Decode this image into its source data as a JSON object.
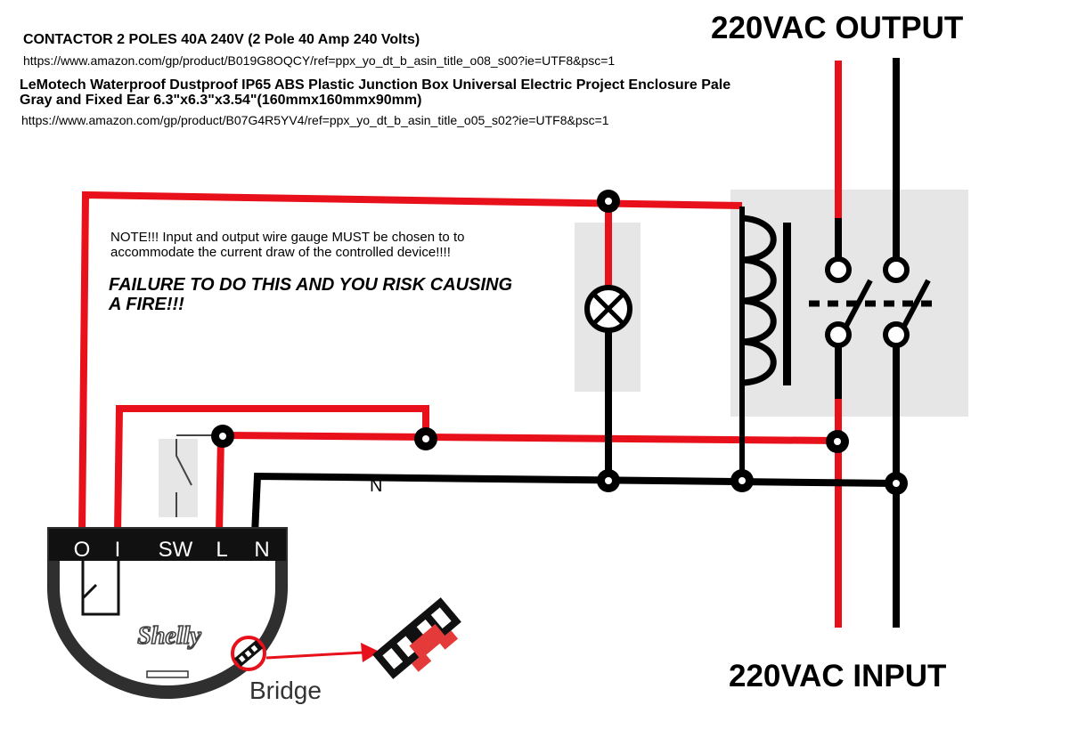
{
  "header": {
    "product1_title": "CONTACTOR 2 POLES 40A 240V (2 Pole 40 Amp 240 Volts)",
    "product1_url": "https://www.amazon.com/gp/product/B019G8OQCY/ref=ppx_yo_dt_b_asin_title_o08_s00?ie=UTF8&psc=1",
    "product2_title_line1": "LeMotech Waterproof Dustproof IP65 ABS Plastic Junction Box Universal Electric Project Enclosure Pale",
    "product2_title_line2": "Gray and Fixed Ear 6.3\"x6.3\"x3.54\"(160mmx160mmx90mm)",
    "product2_url": "https://www.amazon.com/gp/product/B07G4R5YV4/ref=ppx_yo_dt_b_asin_title_o05_s02?ie=UTF8&psc=1"
  },
  "notes": {
    "note_line1": "NOTE!!!  Input and output wire gauge MUST be chosen to to",
    "note_line2": "accommodate the current draw of the controlled device!!!!",
    "warning_line1": "FAILURE  TO DO THIS AND YOU RISK CAUSING",
    "warning_line2": "A FIRE!!!"
  },
  "labels": {
    "output": "220VAC OUTPUT",
    "input": "220VAC INPUT",
    "neutral": "N",
    "bridge": "Bridge",
    "brand": "Shelly"
  },
  "terminals": [
    "O",
    "I",
    "SW",
    "L",
    "N"
  ],
  "colors": {
    "live_wire": "#e8101a",
    "neutral_wire": "#000000",
    "component_box": "#e6e6e6",
    "bridge_accent": "#e53a3a"
  }
}
